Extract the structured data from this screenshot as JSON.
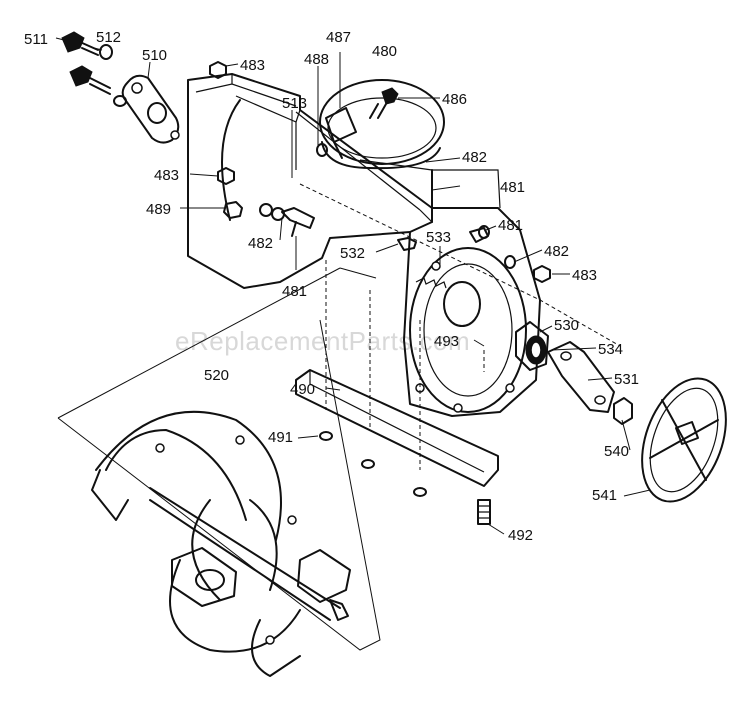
{
  "watermark": "eReplacementParts.com",
  "labels": {
    "p511": "511",
    "p512": "512",
    "p510": "510",
    "p483a": "483",
    "p487": "487",
    "p480": "480",
    "p488": "488",
    "p486": "486",
    "p513": "513",
    "p483b": "483",
    "p482a": "482",
    "p481a": "481",
    "p489": "489",
    "p482b": "482",
    "p481b": "481",
    "p532": "532",
    "p533": "533",
    "p481c": "481",
    "p482c": "482",
    "p483c": "483",
    "p530": "530",
    "p493": "493",
    "p534": "534",
    "p520": "520",
    "p490": "490",
    "p531": "531",
    "p491": "491",
    "p540": "540",
    "p541": "541",
    "p492": "492"
  }
}
